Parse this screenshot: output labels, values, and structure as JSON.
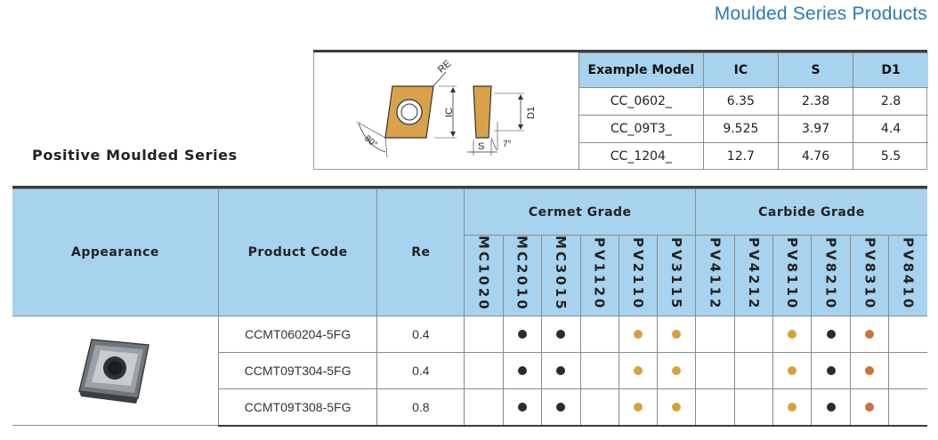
{
  "page_title": "Moulded Series Products",
  "section_title": "Positive Moulded Series",
  "diagram": {
    "label_re": "RE",
    "label_ic": "IC",
    "label_d1": "D1",
    "label_s": "S",
    "label_angle": "80°",
    "label_clearance": "7°"
  },
  "spec_table": {
    "headers": [
      "Example Model",
      "IC",
      "S",
      "D1"
    ],
    "rows": [
      [
        "CC_0602_",
        "6.35",
        "2.38",
        "2.8"
      ],
      [
        "CC_09T3_",
        "9.525",
        "3.97",
        "4.4"
      ],
      [
        "CC_1204_",
        "12.7",
        "4.76",
        "5.5"
      ]
    ]
  },
  "grade_table": {
    "col_appearance": "Appearance",
    "col_product_code": "Product Code",
    "col_re": "Re",
    "group_cermet": "Cermet Grade",
    "group_carbide": "Carbide Grade",
    "cermet_grades": [
      "MC1020",
      "MC2010",
      "MC3015",
      "PV1120",
      "PV2110",
      "PV3115"
    ],
    "carbide_grades": [
      "PV4112",
      "PV4212",
      "PV8110",
      "PV8210",
      "PV8310",
      "PV8410"
    ],
    "rows": [
      {
        "code": "CCMT060204-5FG",
        "re": "0.4",
        "marks": [
          "",
          "black",
          "black",
          "",
          "gold",
          "gold",
          "",
          "",
          "gold",
          "black",
          "orange",
          ""
        ]
      },
      {
        "code": "CCMT09T304-5FG",
        "re": "0.4",
        "marks": [
          "",
          "black",
          "black",
          "",
          "gold",
          "gold",
          "",
          "",
          "gold",
          "black",
          "orange",
          ""
        ]
      },
      {
        "code": "CCMT09T308-5FG",
        "re": "0.8",
        "marks": [
          "",
          "black",
          "black",
          "",
          "gold",
          "gold",
          "",
          "",
          "gold",
          "black",
          "orange",
          ""
        ]
      }
    ]
  },
  "colors": {
    "header_blue": "#a7d3ee",
    "title_blue": "#2a7ab8",
    "dot_black": "#2b2b2b",
    "dot_gold": "#d4a43c",
    "dot_orange": "#c8743a"
  }
}
